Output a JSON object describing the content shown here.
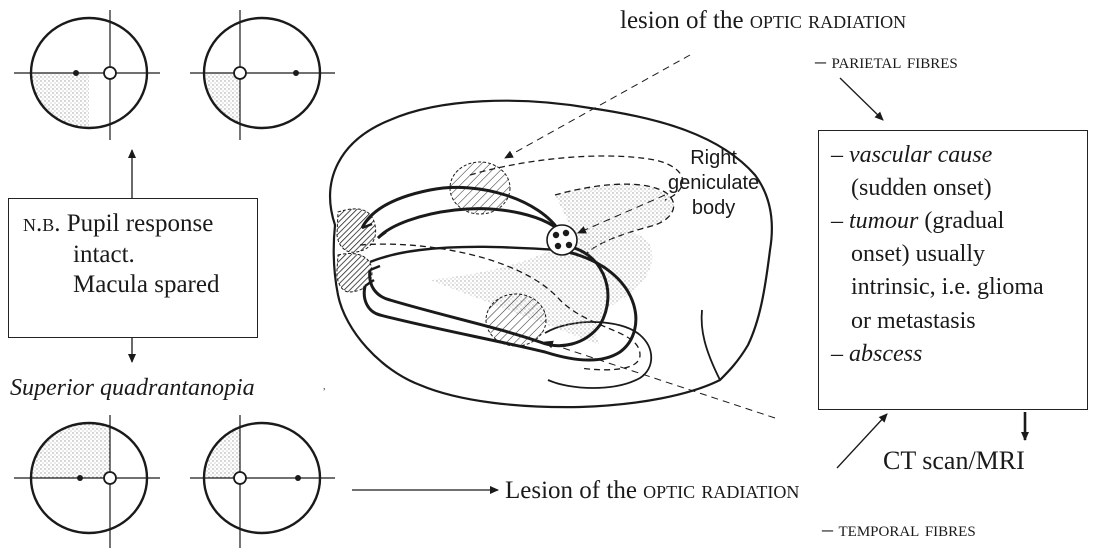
{
  "top_label": {
    "line1_prefix": "lesion of the",
    "line1_caps": "optic radiation",
    "line2": "– parietal fibres"
  },
  "note_box": {
    "prefix": "n.b.",
    "line1": "Pupil response",
    "line2": "intact.",
    "line3": "Macula spared"
  },
  "superior_label": "Superior quadrantanopia",
  "geniculate_label": [
    "Right",
    "geniculate",
    "body"
  ],
  "causes_box": [
    {
      "dash": "–",
      "italic": "vascular cause",
      "rest": ""
    },
    {
      "dash": "",
      "italic": "",
      "rest": "(sudden onset)"
    },
    {
      "dash": "–",
      "italic": "tumour",
      "rest": " (gradual"
    },
    {
      "dash": "",
      "italic": "",
      "rest": "onset) usually"
    },
    {
      "dash": "",
      "italic": "",
      "rest": "intrinsic, i.e. glioma"
    },
    {
      "dash": "",
      "italic": "",
      "rest": "or metastasis"
    },
    {
      "dash": "–",
      "italic": "abscess",
      "rest": ""
    }
  ],
  "ct_label": "CT scan/MRI",
  "bottom_label": {
    "line1_prefix": "Lesion of the",
    "line1_caps": "optic radiation",
    "line2": "– temporal fibres"
  },
  "colors": {
    "ink": "#1a1a1a",
    "stipple": "#c8c8c8"
  }
}
